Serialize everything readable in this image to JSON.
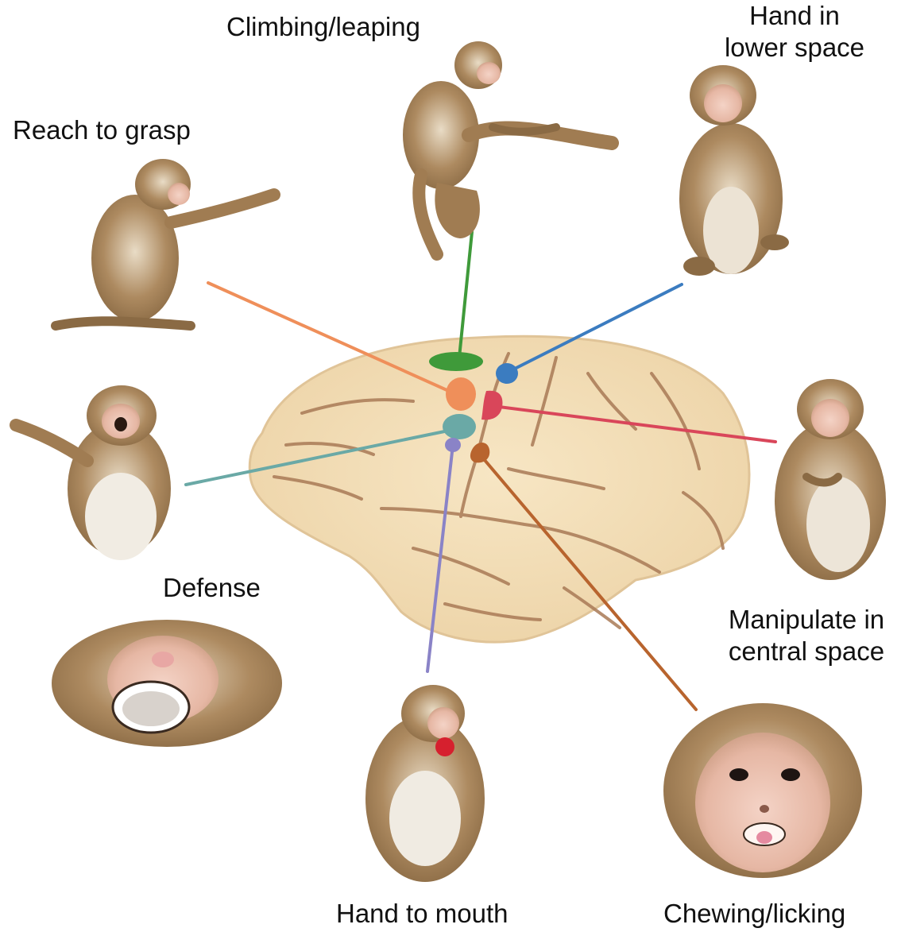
{
  "labels": {
    "climbing": "Climbing/leaping",
    "hand_lower_line1": "Hand in",
    "hand_lower_line2": "lower space",
    "reach": "Reach to grasp",
    "defense": "Defense",
    "manipulate_line1": "Manipulate in",
    "manipulate_line2": "central space",
    "hand_mouth": "Hand to mouth",
    "chewing": "Chewing/licking"
  },
  "colors": {
    "climbing": "#3f9a3a",
    "hand_lower": "#3b7cc0",
    "reach": "#ef8f5a",
    "manipulate": "#d9465a",
    "defense": "#6aa9a6",
    "hand_mouth": "#8a83c7",
    "chewing": "#b8642e",
    "brain": "#f3dfb7",
    "fur": "#a07c52"
  }
}
